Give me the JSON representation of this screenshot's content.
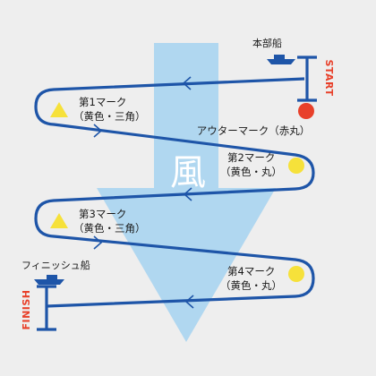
{
  "wind": {
    "label": "風"
  },
  "start": {
    "label": "START",
    "boat_label": "本部船"
  },
  "finish": {
    "label": "FINISH",
    "boat_label": "フィニッシュ船"
  },
  "marks": [
    {
      "name": "outer",
      "line1": "アウターマーク（赤丸）",
      "line2": "",
      "shape": "circle",
      "color": "#e8402a"
    },
    {
      "name": "mark1",
      "line1": "第1マーク",
      "line2": "（黄色・三角）",
      "shape": "triangle",
      "color": "#f6e13a"
    },
    {
      "name": "mark2",
      "line1": "第2マーク",
      "line2": "（黄色・丸）",
      "shape": "circle",
      "color": "#f6e13a"
    },
    {
      "name": "mark3",
      "line1": "第3マーク",
      "line2": "（黄色・三角）",
      "shape": "triangle",
      "color": "#f6e13a"
    },
    {
      "name": "mark4",
      "line1": "第4マーク",
      "line2": "（黄色・丸）",
      "shape": "circle",
      "color": "#f6e13a"
    }
  ],
  "colors": {
    "course": "#1e55a8",
    "wind_arrow": "#a8d4f0",
    "start_finish_text": "#e8402a",
    "background": "#eeeeee"
  }
}
